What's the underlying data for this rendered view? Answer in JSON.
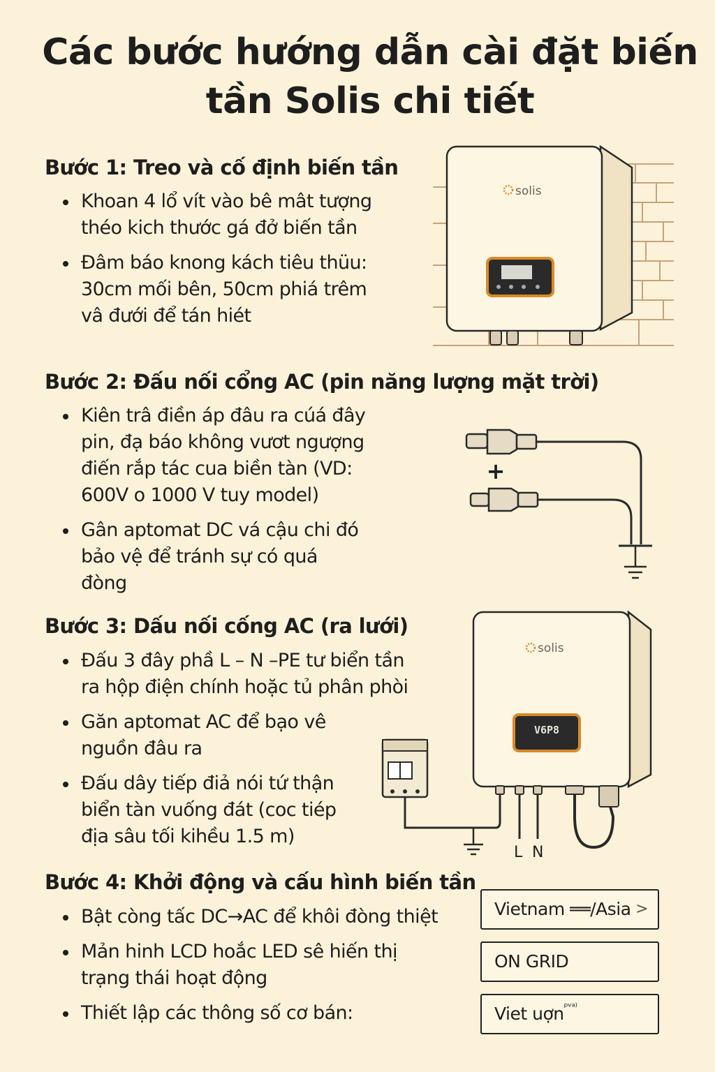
{
  "title": {
    "line1": "Các bước hướng dẫn cài đặt biến",
    "line2": "tần Solis chi tiết"
  },
  "steps": [
    {
      "heading": "Bước 1: Treo và cố định biến tần",
      "bullets": [
        [
          "Khoan 4 lổ vít vào bê mât tượng",
          "théo kich thước gá đở biến tần"
        ],
        [
          "Đâm báo knong kách tiêu thüu:",
          "30cm mối bên, 50cm phiá trêm",
          "vâ đưới để tán hiét"
        ]
      ]
    },
    {
      "heading": "Bước 2: Đấu nối cổng AC (pin năng lượng mặt trời)",
      "bullets": [
        [
          "Kiên trâ điền áp đâu ra cúá đây",
          "pin, đạ báo không vươt ngượng",
          "điến rắp tác cua biền tàn (VD:",
          "600V o 1000 V tuy model)"
        ],
        [
          "Gân aptomat DC vá cậu chi đó",
          "bảo vệ để tránh sự có quá",
          "đòng"
        ]
      ]
    },
    {
      "heading": "Bước 3: Dấu nối cống AC (ra lưới)",
      "bullets": [
        [
          "Đấu 3 đây phầ L – N –PE tư biển tần",
          "ra hộp điện chính hoặc tủ phân phòi"
        ],
        [
          "Găn aptomat AC để bạo vê",
          "nguồn đâu ra"
        ],
        [
          "Đấu dây tiếp điả nói tứ thận",
          "biển tàn vuống đát (coc tiép",
          "địa sâu tối kihều 1.5 m)"
        ]
      ]
    },
    {
      "heading": "Bước 4: Khởi động và cấu hình biến tần",
      "bullets": [
        [
          "Bật còng tấc DC→AC để khôi đòng thiệt"
        ],
        [
          "Mản hinh LCD hoắc LED sê hiến thị",
          "trạng thái hoạt động"
        ],
        [
          "Thiết lập các thông số cơ bán:"
        ]
      ]
    }
  ],
  "illustration": {
    "brand": "solis",
    "display": "V6P8",
    "plus_sign": "+",
    "label_l": "L",
    "label_n": "N"
  },
  "settings": [
    {
      "text": "Vietnam ══/Asia",
      "chevron": ">"
    },
    {
      "text": "ON GRID"
    },
    {
      "text": "Viet uợn",
      "sup": "ᵖᵛᵃ⁾"
    }
  ],
  "colors": {
    "background": "#fbf2d9",
    "brand_orange": "#d98a2b",
    "brick": "#c7a27a",
    "device": "#fdf6e3"
  }
}
